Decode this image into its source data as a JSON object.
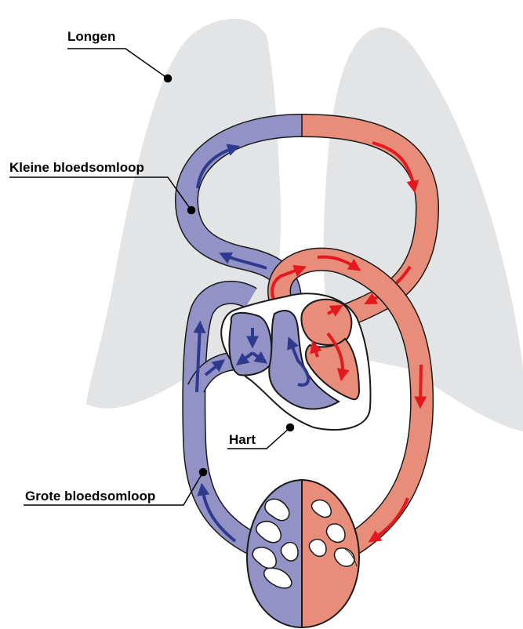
{
  "labels": {
    "lungs": "Longen",
    "small_circulation": "Kleine bloedsomloop",
    "heart": "Hart",
    "large_circulation": "Grote bloedsomloop"
  },
  "colors": {
    "lung": "#e3e4e6",
    "deoxygenated": "#9392c6",
    "deoxygenated_arrow": "#2e3a8e",
    "oxygenated": "#e88d79",
    "oxygenated_arrow": "#e3191f",
    "outline": "#1a1a1a"
  }
}
